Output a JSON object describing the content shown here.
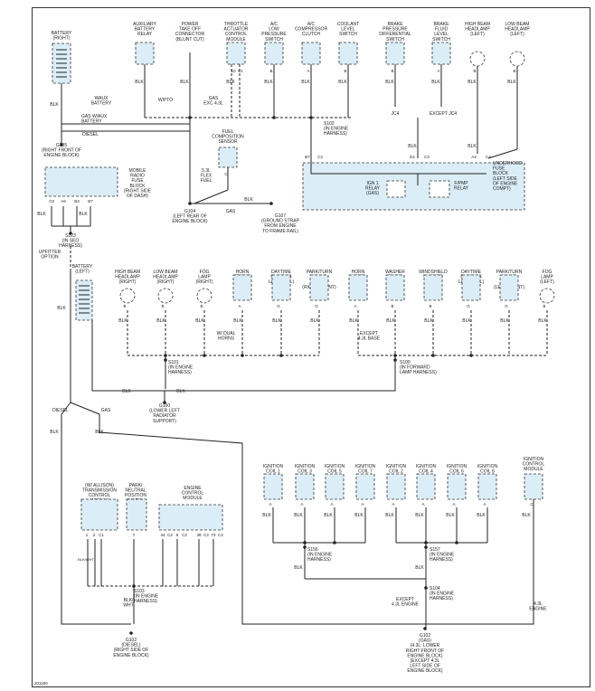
{
  "top_components": [
    {
      "id": "aux-battery-relay",
      "label": "AUXILIARY\nBATTERY\nRELAY",
      "pins": [],
      "wire": "BLK"
    },
    {
      "id": "power-takeoff",
      "label": "POWER\nTAKE OFF\nCONNECTOR\n(BLUNT CUT)",
      "pins": [],
      "wire": "BLK"
    },
    {
      "id": "throttle-actuator",
      "label": "THROTTLE\nACTUATOR\nCONTROL\nMODULE",
      "pins": [
        "10",
        "C1"
      ],
      "wire": "BLK"
    },
    {
      "id": "ac-low-pressure",
      "label": "A/C\nLOW\nPRESSURE\nSWITCH",
      "pins": [
        "B"
      ],
      "wire": "BLK"
    },
    {
      "id": "ac-compressor-clutch",
      "label": "A/C\nCOMPRESSOR\nCLUTCH",
      "pins": [
        "A"
      ],
      "wire": "BLK"
    },
    {
      "id": "coolant-level",
      "label": "COOLANT\nLEVEL\nSWITCH",
      "pins": [
        "B"
      ],
      "wire": "BLK"
    },
    {
      "id": "brake-pressure",
      "label": "BRAKE\nPRESSURE\nDIFFERENTIAL\nSWITCH",
      "pins": [
        "B"
      ],
      "wire": "BLK"
    },
    {
      "id": "brake-fluid",
      "label": "BRAKE\nFLUID\nLEVEL\nSWITCH",
      "pins": [
        "A"
      ],
      "wire": "BLK"
    },
    {
      "id": "hb-headlamp-left",
      "label": "HIGH BEAM\nHEADLAMP\n(LEFT)",
      "pins": [
        "B"
      ],
      "wire": "BLK"
    },
    {
      "id": "lb-headlamp-left",
      "label": "LOW BEAM\nHEADLAMP\n(LEFT)",
      "pins": [
        "B"
      ],
      "wire": "BLK"
    }
  ],
  "labels": {
    "battery_right": "BATTERY\n(RIGHT)",
    "waux_battery": "WAUX\nBATTERY",
    "wpto": "W/PTO",
    "gas_exc": "GAS\nEXC 4.3L",
    "gas_waux": "GAS W/AUX\nBATTERY",
    "diesel": "DIESEL",
    "s102": "S102\n(IN ENGINE\nHARNESS)",
    "jc4": "JC4",
    "except_jc4": "EXCEPT JC4",
    "g105": "G105\n(RIGHT FRONT OF\nENGINE BLOCK)",
    "fuel_comp": "FUEL\nCOMPOSITION\nSENSOR",
    "flex_fuel": "5.3L\nFLEX\nFUEL",
    "g104": "G104\n(LEFT REAR OF\nENGINE BLOCK)",
    "gas": "GAS",
    "g107": "G107\n(GROUND STRAP\nFROM ENGINE\nTO FRAME RAIL)",
    "underhood": "UNDERHOOD\nFUSE\nBLOCK\n(LEFT SIDE\nOF ENGINE\nCOMPT)",
    "ign1_relay": "IGN 1\nRELAY\n(GAS)",
    "fpmp_relay": "F/PMP\nRELAY",
    "mobile_radio": "MOBILE\nRADIO\nFUSE\nBLOCK\n(RIGHT SIDE\nOF DASH)",
    "s223": "S223\n(IN SEO\nHARNESS)",
    "upfitter": "UPFITTER\nOPTION",
    "battery_left": "BATTERY\n(LEFT)",
    "w_dual_horns": "W/ DUAL\nHORNS",
    "except_43": "EXCEPT\n4.3L BASE",
    "s101": "S101\n(IN ENGINE\nHARNESS)",
    "s100": "S100\n(IN FORWARD\nLAMP HARNESS)",
    "g100": "G100\n(LOWER LEFT\nRADIATOR\nSUPPORT)",
    "s156": "S156\n(IN ENGINE\nHARNESS)",
    "s157": "S157\n(IN ENGINE\nHARNESS)",
    "s104": "S104\n(IN ENGINE\nHARNESS)",
    "s103": "S103\n(IN ENGINE\nHARNESS)",
    "except_43_engine": "EXCEPT\n4.3L ENGINE",
    "l43_engine": "4.3L\nENGINE",
    "g102_diesel": "G102\n(DIESEL)\n(RIGHT SIDE OF\nENGINE BLOCK)",
    "g102_gas": "G102\n(GAS)\n(4.3L: LOWER\nRIGHT FRONT OF\nENGINE BLOCK)\n(EXCEPT 4.3L\nLEFT SIDE OF\nENGINE BLOCK)",
    "blk_wht": "BLK/\nWHT",
    "allison": "(W/ ALLISON)\nTRANSMISSION\nCONTROL\nMODULE",
    "park_neutral": "PARK/\nNEUTRAL\nPOSITION\nSWITCH",
    "ecm": "ENGINE\nCONTROL\nMODULE",
    "icm": "IGNITION\nCONTROL\nMODULE",
    "diagram_id": "201180"
  },
  "lamp_row": [
    {
      "label": "HIGH BEAM\nHEADLAMP\n(RIGHT)",
      "pin": "B",
      "type": "lamp"
    },
    {
      "label": "LOW BEAM\nHEADLAMP\n(RIGHT)",
      "pin": "B",
      "type": "lamp"
    },
    {
      "label": "FOG\nLAMP\n(RIGHT)",
      "pin": "B",
      "type": "lamp"
    },
    {
      "label": "HORN\n(RIGHT)",
      "pin": "A",
      "type": "box"
    },
    {
      "label": "DAYTIME\nRUNNING\nLAMP (DRL)\n(RIGHT)",
      "pin": "G",
      "type": "box"
    },
    {
      "label": "PARK/TURN\nSIGNAL\nLAMP\n(RIGHT FRONT)",
      "pin": "G",
      "type": "box"
    },
    {
      "label": "HORN\n(LEFT)",
      "pin": "A",
      "type": "box"
    },
    {
      "label": "WASHER\nFLUID\nLEVEL\nSENSOR",
      "pin": "B",
      "type": "box"
    },
    {
      "label": "WINDSHIELD\nWASHER\nFLUID\nPUMP",
      "pin": "B",
      "type": "box"
    },
    {
      "label": "DAYTIME\nRUNNING\nLAMP (DRL)\n(LEFT)",
      "pin": "G",
      "type": "box"
    },
    {
      "label": "PARK/TURN\nSIGNAL\nLAMP\n(LEFT FRONT)",
      "pin": "G",
      "type": "box"
    },
    {
      "label": "FOG\nLAMP\n(LEFT)",
      "pin": "B",
      "type": "lamp"
    }
  ],
  "coils": [
    {
      "label": "IGNITION\nCOIL 1",
      "pin": "A"
    },
    {
      "label": "IGNITION\nCOIL 3",
      "pin": "A"
    },
    {
      "label": "IGNITION\nCOIL 5",
      "pin": "A"
    },
    {
      "label": "IGNITION\nCOIL 7",
      "pin": "A"
    },
    {
      "label": "IGNITION\nCOIL 2",
      "pin": "A"
    },
    {
      "label": "IGNITION\nCOIL 4",
      "pin": "A"
    },
    {
      "label": "IGNITION\nCOIL 6",
      "pin": "A"
    },
    {
      "label": "IGNITION\nCOIL 8",
      "pin": "A"
    }
  ],
  "wire_blk": "BLK",
  "pins": {
    "b7": "B7",
    "c2": "C2",
    "e4": "E4",
    "c3": "C3",
    "a4": "A4",
    "c4": "C4",
    "c9": "C9",
    "a9": "A9",
    "b3": "B3",
    "b7b": "B7",
    "c_fuel": "C",
    "tcm1": "1",
    "tcm2": "2",
    "tcm3": "C1",
    "pnp": "7",
    "ecm": [
      "44",
      "C2",
      "6",
      "C2",
      "38",
      "C2",
      "73",
      "C2"
    ],
    "icm": "C"
  }
}
